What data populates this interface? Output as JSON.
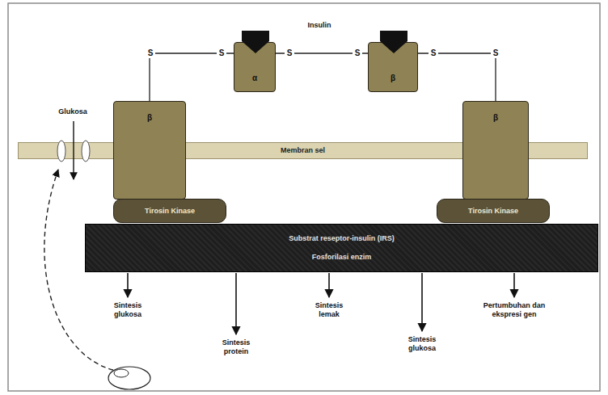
{
  "diagram": {
    "nodes": [
      {
        "text": [
          "α"
        ]
      },
      {
        "text": [
          "β"
        ]
      },
      {
        "text": [
          "β"
        ]
      },
      {
        "text": [
          "β"
        ]
      },
      {
        "text": [
          "Membran sel"
        ]
      },
      {
        "text": [
          "Tirosin Kinase"
        ]
      },
      {
        "text": [
          "Tirosin Kinase"
        ]
      },
      {
        "text": [
          "Substrat reseptor-insulin (IRS)",
          "Fosforilasi enzim"
        ]
      }
    ],
    "edges": [
      {
        "from": 2,
        "to": 0,
        "arrow": "none"
      },
      {
        "from": 0,
        "to": 1,
        "arrow": "none"
      },
      {
        "from": 1,
        "to": 3,
        "arrow": "none"
      }
    ],
    "labels": [
      "Insulin",
      "S",
      "S",
      "S",
      "S",
      "S",
      "S",
      "Glukosa",
      "Sintesis glukosa",
      "Sintesis protein",
      "Sintesis lemak",
      "Sintesis glukosa",
      "Pertumbuhan dan ekspresi gen"
    ]
  }
}
